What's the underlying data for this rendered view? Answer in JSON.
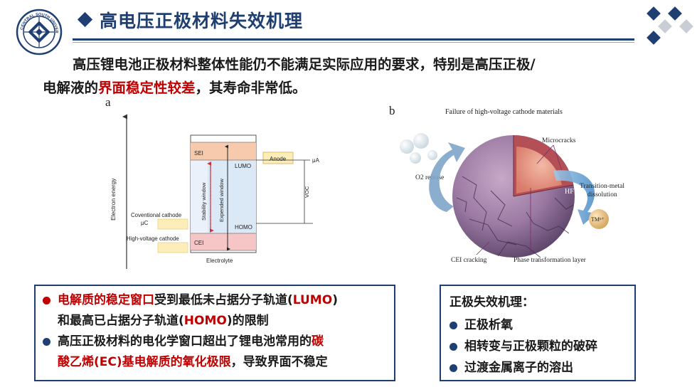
{
  "header": {
    "title": "高电压正极材料失效机理",
    "logo_icon": "university-seal-icon",
    "logo_text": "CENTRAL SOUTH UNIVERSITY",
    "accent_color": "#1f3f73"
  },
  "intro": {
    "line1": "高压锂电池正极材料整体性能仍不能满足实际应用的要求，特别是高压正极/",
    "line2_prefix": "电解液的",
    "line2_highlight": "界面稳定性较差",
    "line2_suffix": "，其寿命非常低。",
    "highlight_color": "#c00000"
  },
  "figure_a": {
    "label": "a",
    "y_axis_label": "Electron energy",
    "x_axis_label": "Electrolyte",
    "sei_label": "SEI",
    "cei_label": "CEI",
    "lumo_label": "LUMO",
    "homo_label": "HOMO",
    "stability_window_label": "Stability window",
    "expended_window_label": "Expended window",
    "anode_label": "Anode",
    "mu_a_label": "μA",
    "voc_label": "VOC",
    "conventional_cathode_label": "Coventional cathode",
    "mu_c_label": "μC",
    "high_voltage_cathode_label": "High-voltage cathode"
  },
  "figure_b": {
    "label": "b",
    "title": "Failure of high-voltage cathode materials",
    "microcracks_label": "Microcracks",
    "o2_release_label": "O2 release",
    "hf_label": "HF",
    "tm_dissolution_label_1": "Transition-metal",
    "tm_dissolution_label_2": "dissolution",
    "tm_ion_label": "TMⁿ⁺",
    "cei_cracking_label": "CEI cracking",
    "phase_layer_label": "Phase transformation layer"
  },
  "left_box": {
    "item1_red": "电解质的稳定窗口",
    "item1_dark": "受到最低未占据分子轨道(",
    "item1_red2": "LUMO",
    "item1_dark2": ")",
    "item1_line2_a": "和最高已占据分子轨道(",
    "item1_line2_red": "HOMO",
    "item1_line2_b": ")的限制",
    "item2_line1_dark": "高压正极材料的电化学窗口超出了锂电池常用的",
    "item2_line1_red": "碳",
    "item2_line2_red": "酸乙烯(EC)基电解质的氧化极限",
    "item2_line2_dark": "，导致界面不稳定",
    "bullet1_color": "#c00000",
    "bullet2_color": "#1f3f73"
  },
  "right_box": {
    "heading": "正极失效机理：",
    "items": [
      "正极析氧",
      "相转变与正极颗粒的破碎",
      "过渡金属离子的溶出"
    ]
  }
}
